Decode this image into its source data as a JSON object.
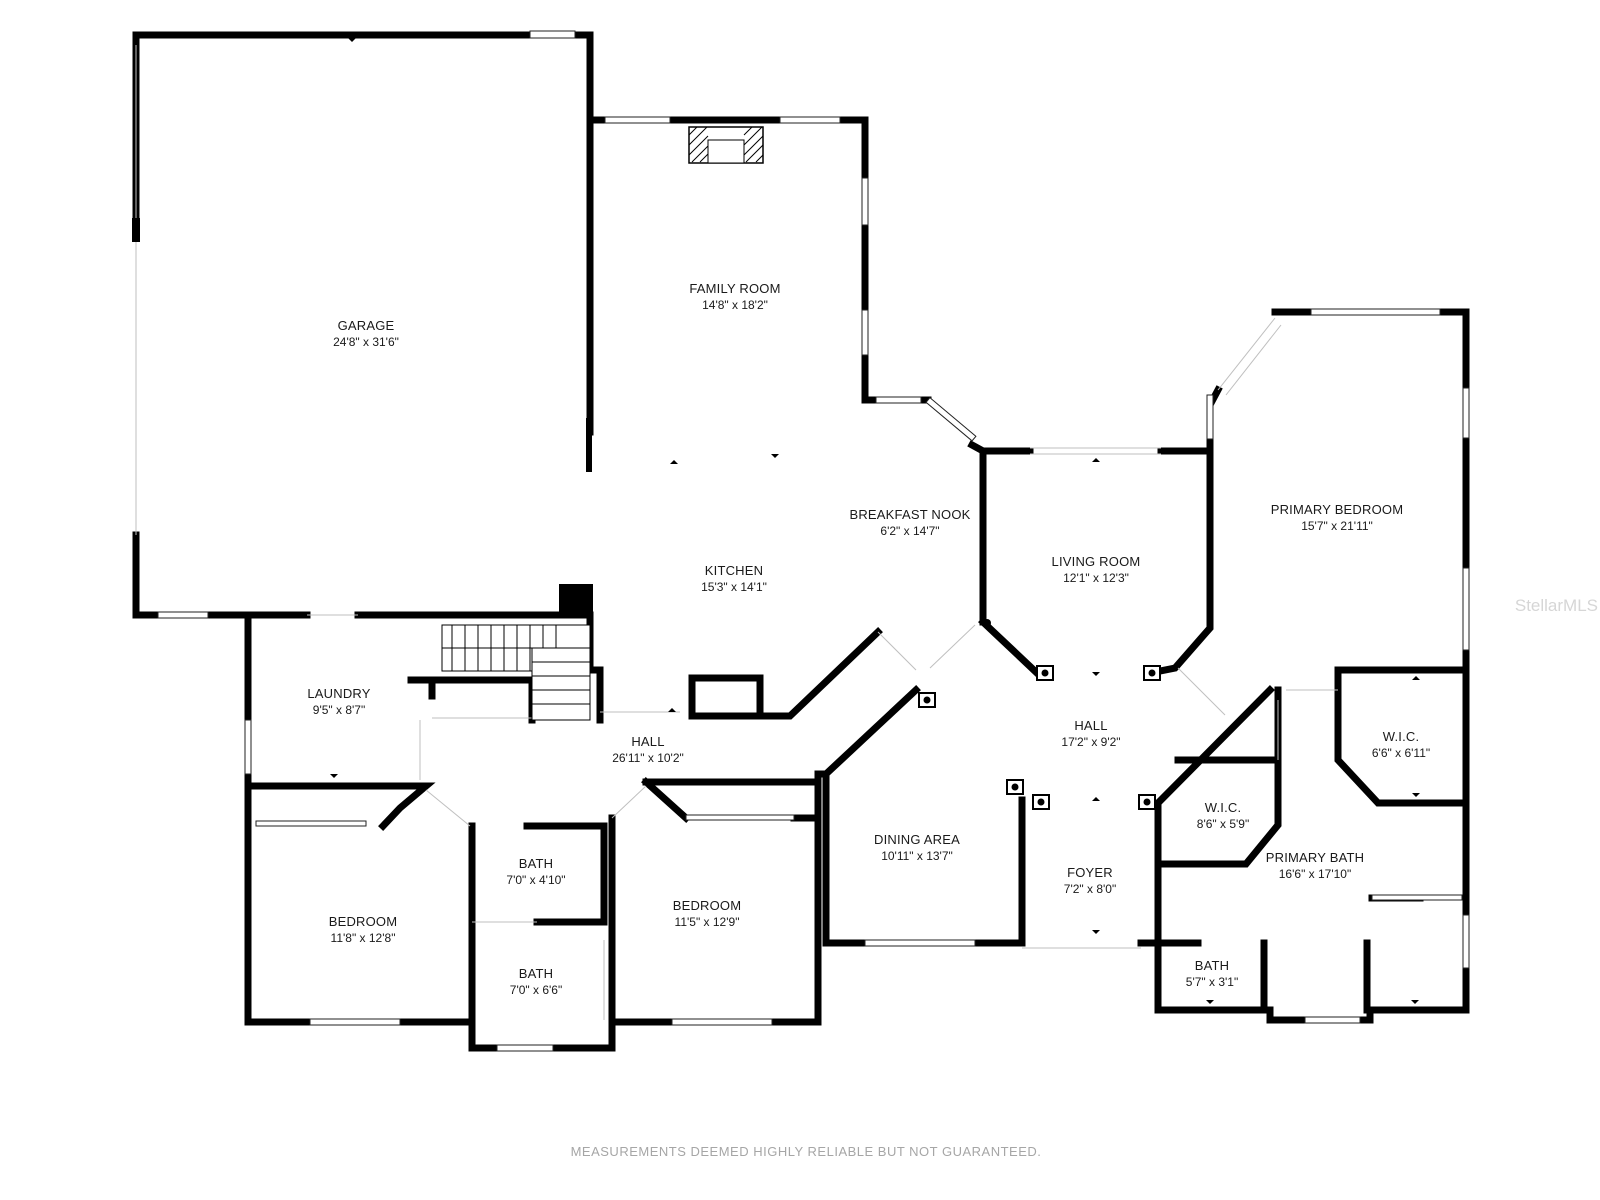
{
  "rooms": {
    "garage": {
      "name": "GARAGE",
      "dims": "24'8\" x 31'6\""
    },
    "family_room": {
      "name": "FAMILY ROOM",
      "dims": "14'8\" x 18'2\""
    },
    "breakfast_nook": {
      "name": "BREAKFAST NOOK",
      "dims": "6'2\" x 14'7\""
    },
    "kitchen": {
      "name": "KITCHEN",
      "dims": "15'3\" x 14'1\""
    },
    "living_room": {
      "name": "LIVING ROOM",
      "dims": "12'1\" x 12'3\""
    },
    "primary_bedroom": {
      "name": "PRIMARY BEDROOM",
      "dims": "15'7\" x 21'11\""
    },
    "laundry": {
      "name": "LAUNDRY",
      "dims": "9'5\" x 8'7\""
    },
    "hall_west": {
      "name": "HALL",
      "dims": "26'11\" x 10'2\""
    },
    "hall_east": {
      "name": "HALL",
      "dims": "17'2\" x 9'2\""
    },
    "wic_1": {
      "name": "W.I.C.",
      "dims": "6'6\" x 6'11\""
    },
    "wic_2": {
      "name": "W.I.C.",
      "dims": "8'6\" x 5'9\""
    },
    "primary_bath": {
      "name": "PRIMARY BATH",
      "dims": "16'6\" x 17'10\""
    },
    "bath_1": {
      "name": "BATH",
      "dims": "7'0\" x 4'10\""
    },
    "bath_2": {
      "name": "BATH",
      "dims": "7'0\" x 6'6\""
    },
    "bath_3": {
      "name": "BATH",
      "dims": "5'7\" x 3'1\""
    },
    "bedroom_west": {
      "name": "BEDROOM",
      "dims": "11'8\" x 12'8\""
    },
    "bedroom_center": {
      "name": "BEDROOM",
      "dims": "11'5\" x 12'9\""
    },
    "dining_area": {
      "name": "DINING AREA",
      "dims": "10'11\" x 13'7\""
    },
    "foyer": {
      "name": "FOYER",
      "dims": "7'2\" x 8'0\""
    }
  },
  "disclaimer": "MEASUREMENTS DEEMED HIGHLY RELIABLE BUT NOT GUARANTEED.",
  "watermark": "StellarMLS"
}
